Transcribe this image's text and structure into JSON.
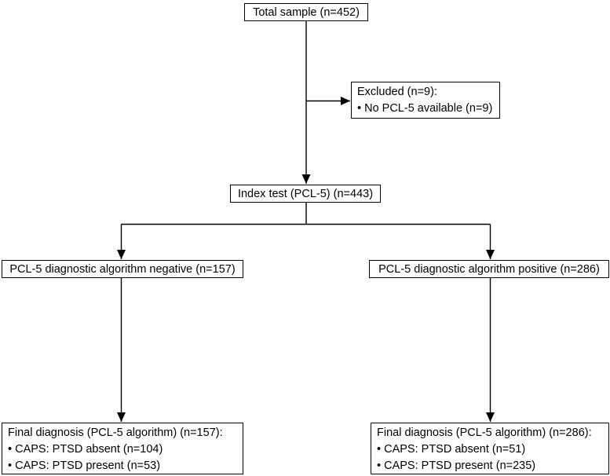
{
  "flowchart": {
    "total_sample": {
      "text": "Total sample (n=452)"
    },
    "excluded": {
      "title": "Excluded (n=9):",
      "item1": "• No PCL-5 available (n=9)"
    },
    "index_test": {
      "text": "Index test (PCL-5) (n=443)"
    },
    "negative_branch": {
      "text": "PCL-5 diagnostic algorithm negative (n=157)"
    },
    "positive_branch": {
      "text": "PCL-5 diagnostic algorithm positive (n=286)"
    },
    "final_negative": {
      "title": "Final diagnosis (PCL-5 algorithm) (n=157):",
      "item1": "• CAPS: PTSD absent (n=104)",
      "item2": "• CAPS: PTSD present (n=53)"
    },
    "final_positive": {
      "title": "Final diagnosis (PCL-5 algorithm) (n=286):",
      "item1": "• CAPS: PTSD absent (n=51)",
      "item2": "• CAPS: PTSD present (n=235)"
    },
    "colors": {
      "line": "#000000",
      "box_border": "#000000",
      "box_background": "#ffffff",
      "text": "#000000",
      "page_background": "#ffffff"
    }
  }
}
